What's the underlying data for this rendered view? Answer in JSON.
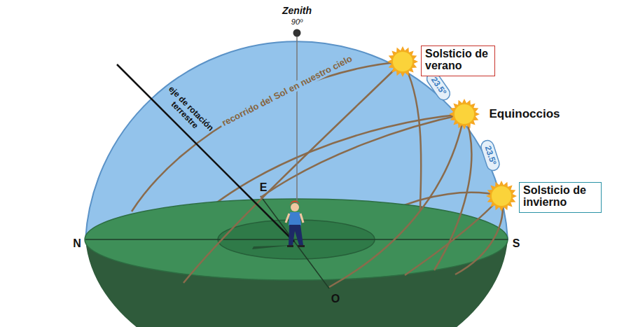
{
  "diagram": {
    "nodes": [
      {
        "text": [
          "Solsticio de verano"
        ]
      },
      {
        "text": [
          "Solsticio de invierno"
        ]
      }
    ],
    "labels": [
      "Zenith",
      "90º",
      "eje de rotación terrestre",
      "recorrido del Sol en nuestro cielo",
      "23.5º",
      "Equinoccios",
      "23.5º",
      "E",
      "N",
      "S",
      "O"
    ]
  }
}
